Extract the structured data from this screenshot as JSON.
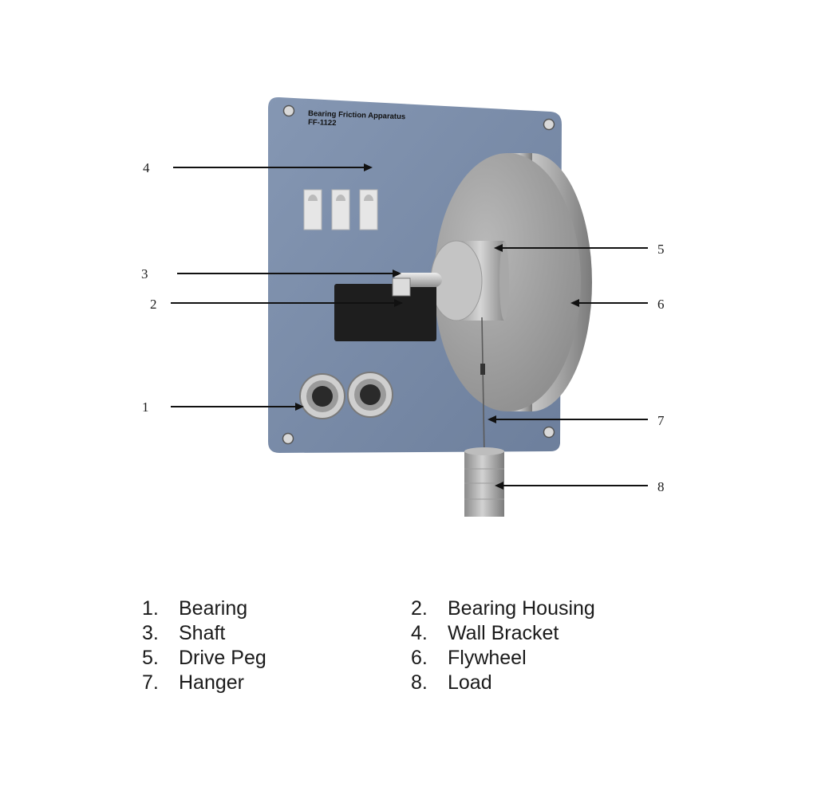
{
  "plate": {
    "title": "Bearing Friction Apparatus",
    "model": "FF-1122"
  },
  "callouts": {
    "c1": "1",
    "c2": "2",
    "c3": "3",
    "c4": "4",
    "c5": "5",
    "c6": "6",
    "c7": "7",
    "c8": "8"
  },
  "legend": [
    {
      "num": "1.",
      "label": "Bearing"
    },
    {
      "num": "2.",
      "label": "Bearing Housing"
    },
    {
      "num": "3.",
      "label": "Shaft"
    },
    {
      "num": "4.",
      "label": "Wall Bracket"
    },
    {
      "num": "5.",
      "label": "Drive Peg"
    },
    {
      "num": "6.",
      "label": "Flywheel"
    },
    {
      "num": "7.",
      "label": "Hanger"
    },
    {
      "num": "8.",
      "label": "Load"
    }
  ],
  "colors": {
    "plate": "#7b8ca8",
    "flywheel": "#a8a8a8",
    "housing": "#1e1e1e"
  }
}
